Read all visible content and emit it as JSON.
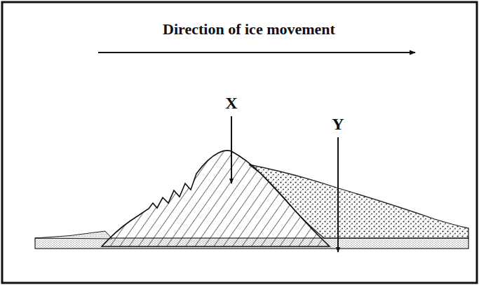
{
  "diagram": {
    "labels": [
      "Direction of ice movement",
      "X",
      "Y"
    ]
  }
}
